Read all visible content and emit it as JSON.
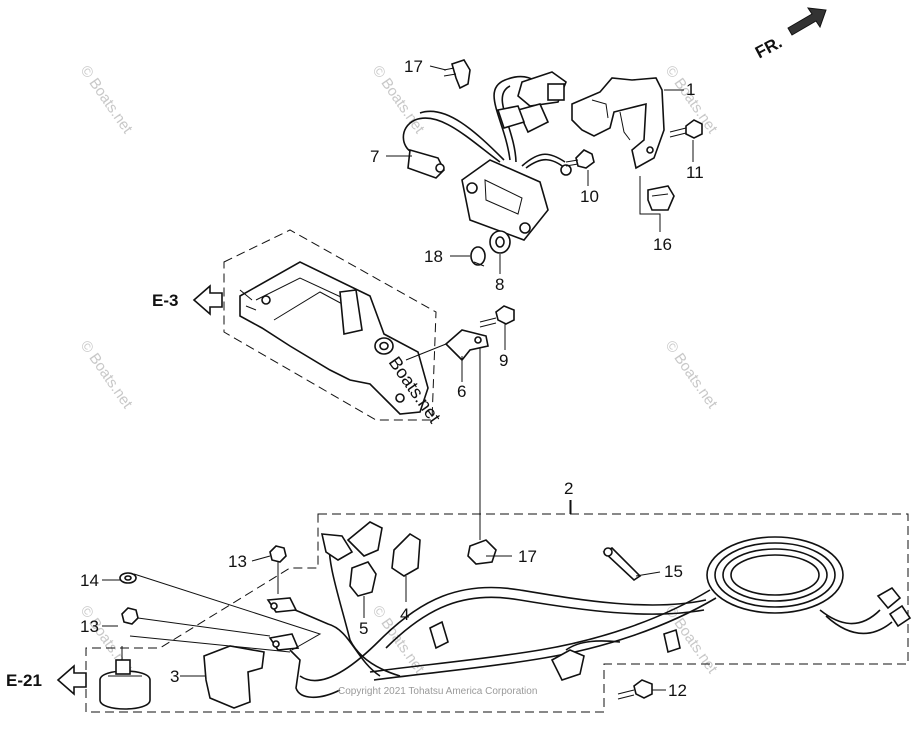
{
  "orientation": {
    "label": "FR."
  },
  "references": [
    {
      "id": "e3",
      "label": "E-3"
    },
    {
      "id": "e21",
      "label": "E-21"
    }
  ],
  "parts": {
    "p1": "1",
    "p2": "2",
    "p3": "3",
    "p4": "4",
    "p5": "5",
    "p6": "6",
    "p7": "7",
    "p8": "8",
    "p9": "9",
    "p10": "10",
    "p11": "11",
    "p12": "12",
    "p13a": "13",
    "p13b": "13",
    "p14": "14",
    "p15": "15",
    "p16": "16",
    "p17a": "17",
    "p17b": "17",
    "p18": "18"
  },
  "watermark": "© Boats.net",
  "center_watermark": "Boats.net",
  "copyright": "Copyright 2021 Tohatsu America Corporation"
}
